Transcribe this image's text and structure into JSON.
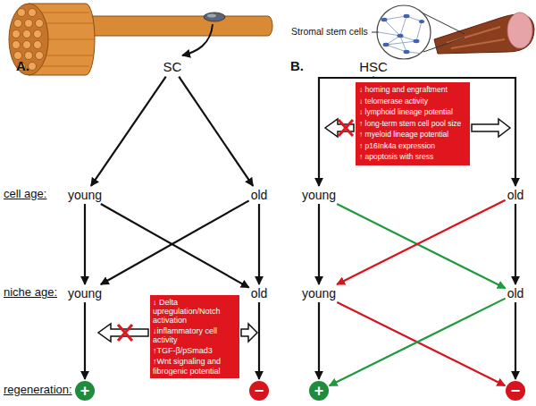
{
  "diagram": {
    "nodes": [
      {
        "text": [
          "SC"
        ]
      },
      {
        "text": [
          "young"
        ]
      },
      {
        "text": [
          "old"
        ]
      },
      {
        "text": [
          "young"
        ]
      },
      {
        "text": [
          "old"
        ]
      },
      {
        "text": [
          "↓ Delta upregulation/Notch activation",
          "↓inflammatory cell activity",
          "↑TGF-β/pSmad3",
          "↑Wnt signaling and fibrogenic potential"
        ]
      },
      {
        "text": [
          "+"
        ]
      },
      {
        "text": [
          "−"
        ]
      },
      {
        "text": [
          "HSC"
        ]
      },
      {
        "text": [
          "↓ homing and engraftment",
          "↓ telomerase activity",
          "↓ lymphoid lineage potential",
          "↑ long-term stem cell pool size",
          "↑ myeloid lineage potential",
          "↑ p16Ink4a expression",
          "↑ apoptosis with sress"
        ]
      },
      {
        "text": [
          "young"
        ]
      },
      {
        "text": [
          "old"
        ]
      },
      {
        "text": [
          "young"
        ]
      },
      {
        "text": [
          "old"
        ]
      },
      {
        "text": [
          "+"
        ]
      },
      {
        "text": [
          "−"
        ]
      }
    ],
    "edges": [
      {
        "from": 0,
        "to": 1,
        "arrow": "to"
      },
      {
        "from": 0,
        "to": 2,
        "arrow": "to"
      },
      {
        "from": 1,
        "to": 3,
        "arrow": "to"
      },
      {
        "from": 1,
        "to": 4,
        "arrow": "to"
      },
      {
        "from": 2,
        "to": 3,
        "arrow": "to"
      },
      {
        "from": 2,
        "to": 4,
        "arrow": "to"
      },
      {
        "from": 3,
        "to": 6,
        "arrow": "to"
      },
      {
        "from": 4,
        "to": 7,
        "arrow": "to"
      },
      {
        "from": 8,
        "to": 10,
        "arrow": "to"
      },
      {
        "from": 8,
        "to": 11,
        "arrow": "to"
      },
      {
        "from": 10,
        "to": 12,
        "arrow": "to"
      },
      {
        "from": 10,
        "to": 13,
        "arrow": "to"
      },
      {
        "from": 11,
        "to": 12,
        "arrow": "to"
      },
      {
        "from": 11,
        "to": 13,
        "arrow": "to"
      },
      {
        "from": 12,
        "to": 14,
        "arrow": "to"
      },
      {
        "from": 12,
        "to": 15,
        "arrow": "to"
      },
      {
        "from": 13,
        "to": 14,
        "arrow": "to"
      },
      {
        "from": 13,
        "to": 15,
        "arrow": "to"
      }
    ],
    "labels": [
      "Stromal stem cells",
      "A.",
      "B.",
      "cell age:",
      "niche age:",
      "regeneration:"
    ]
  }
}
